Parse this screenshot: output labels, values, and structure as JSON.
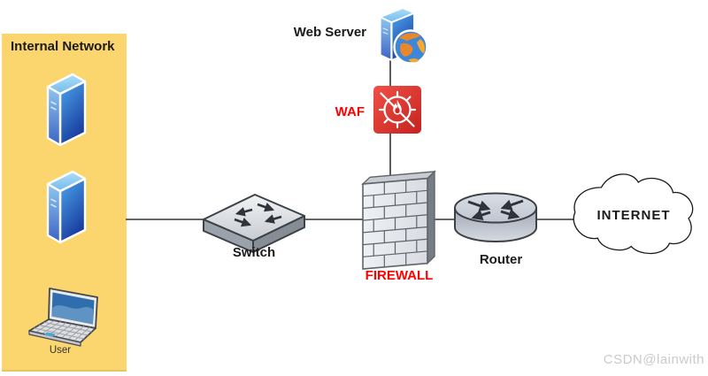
{
  "internal_network": {
    "title": "Internal Network"
  },
  "nodes": {
    "web_server": {
      "label": "Web Server",
      "icon": "server-tower-with-globe-icon"
    },
    "waf": {
      "label": "WAF",
      "icon": "waf-flame-crosshair-icon"
    },
    "switch": {
      "label": "Switch",
      "icon": "network-switch-icon"
    },
    "firewall": {
      "label": "FIREWALL",
      "icon": "brick-wall-icon"
    },
    "router": {
      "label": "Router",
      "icon": "router-cylinder-icon"
    },
    "internet": {
      "label": "INTERNET",
      "icon": "cloud-shape"
    },
    "user": {
      "label": "User",
      "icon": "laptop-icon"
    },
    "servers": {
      "icon": "server-tower-icon",
      "count": 2
    }
  },
  "watermark": {
    "text": "CSDN@lainwith"
  },
  "colors": {
    "internal_network_bg": "#FBD56D",
    "alert_label_red": "#FF0000",
    "waf_icon_red": "#D7352B",
    "server_blue": "#2B64D9",
    "connection_line": "#333333",
    "label_black": "#1A1A1A",
    "watermark_gray": "#CBCBCB"
  }
}
